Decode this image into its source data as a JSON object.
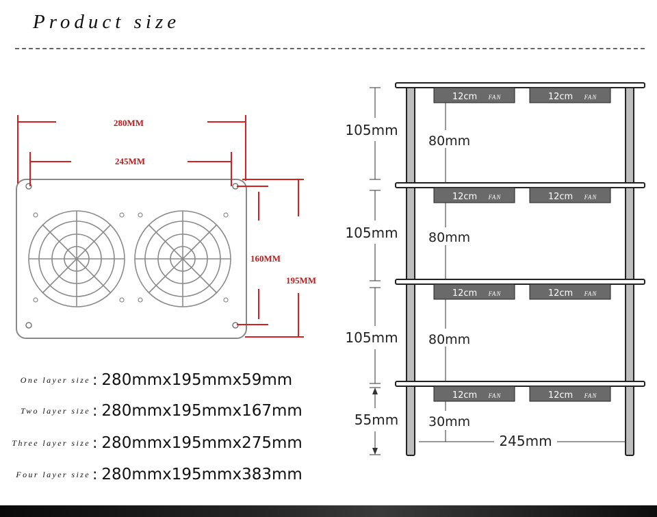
{
  "header": {
    "title": "Product size"
  },
  "plate": {
    "outer_width": "280MM",
    "hole_spacing_width": "245MM",
    "hole_spacing_height": "160MM",
    "outer_height": "195MM"
  },
  "specs": [
    {
      "label": "One layer size",
      "value": "280mmx195mmx59mm"
    },
    {
      "label": "Two layer size",
      "value": "280mmx195mmx167mm"
    },
    {
      "label": "Three layer size",
      "value": "280mmx195mmx275mm"
    },
    {
      "label": "Four layer size",
      "value": "280mmx195mmx383mm"
    }
  ],
  "rack": {
    "fan_size": "12cm",
    "fan_word": "FAN",
    "layers": [
      {
        "total_height": "105mm",
        "clearance": "80mm"
      },
      {
        "total_height": "105mm",
        "clearance": "80mm"
      },
      {
        "total_height": "105mm",
        "clearance": "80mm"
      },
      {
        "total_height": "55mm",
        "clearance": "30mm"
      }
    ],
    "width_label": "245mm"
  },
  "colors": {
    "dimension_red": "#d42020",
    "label_red": "#c21818",
    "fan_label_bg": "#6a6a6a"
  }
}
